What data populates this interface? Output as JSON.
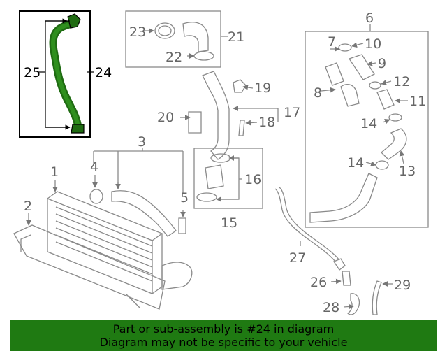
{
  "callouts": {
    "c1": "1",
    "c2": "2",
    "c3": "3",
    "c4": "4",
    "c5": "5",
    "c6": "6",
    "c7": "7",
    "c8": "8",
    "c9": "9",
    "c10": "10",
    "c11": "11",
    "c12": "12",
    "c13": "13",
    "c14a": "14",
    "c14b": "14",
    "c15": "15",
    "c16": "16",
    "c17": "17",
    "c18": "18",
    "c19": "19",
    "c20": "20",
    "c21": "21",
    "c22": "22",
    "c23": "23",
    "c24": "24",
    "c25": "25",
    "c26": "26",
    "c27": "27",
    "c28": "28",
    "c29": "29"
  },
  "banner": {
    "line1": "Part or sub-assembly is #24 in diagram",
    "line2": "Diagram may not be specific to your vehicle"
  },
  "colors": {
    "highlight": "#1f7a12",
    "line_art": "#8a8a8a",
    "label": "#666666"
  }
}
